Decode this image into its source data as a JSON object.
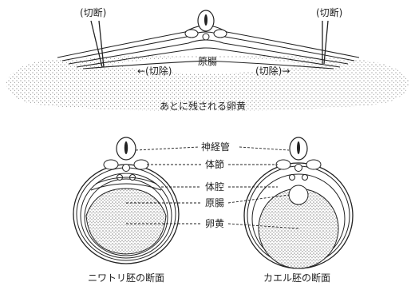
{
  "top_diagram": {
    "cut_left": "(切断)",
    "cut_right": "(切断)",
    "gut": "原腸",
    "remove_left": "←(切除)",
    "remove_right": "(切除)→",
    "caption": "あとに残される卵黄"
  },
  "labels": {
    "neural_tube": "神経管",
    "somite": "体節",
    "coelom": "体腔",
    "gut": "原腸",
    "yolk": "卵黄"
  },
  "captions": {
    "chick": "ニワトリ胚の断面",
    "frog": "カエル胚の断面"
  }
}
